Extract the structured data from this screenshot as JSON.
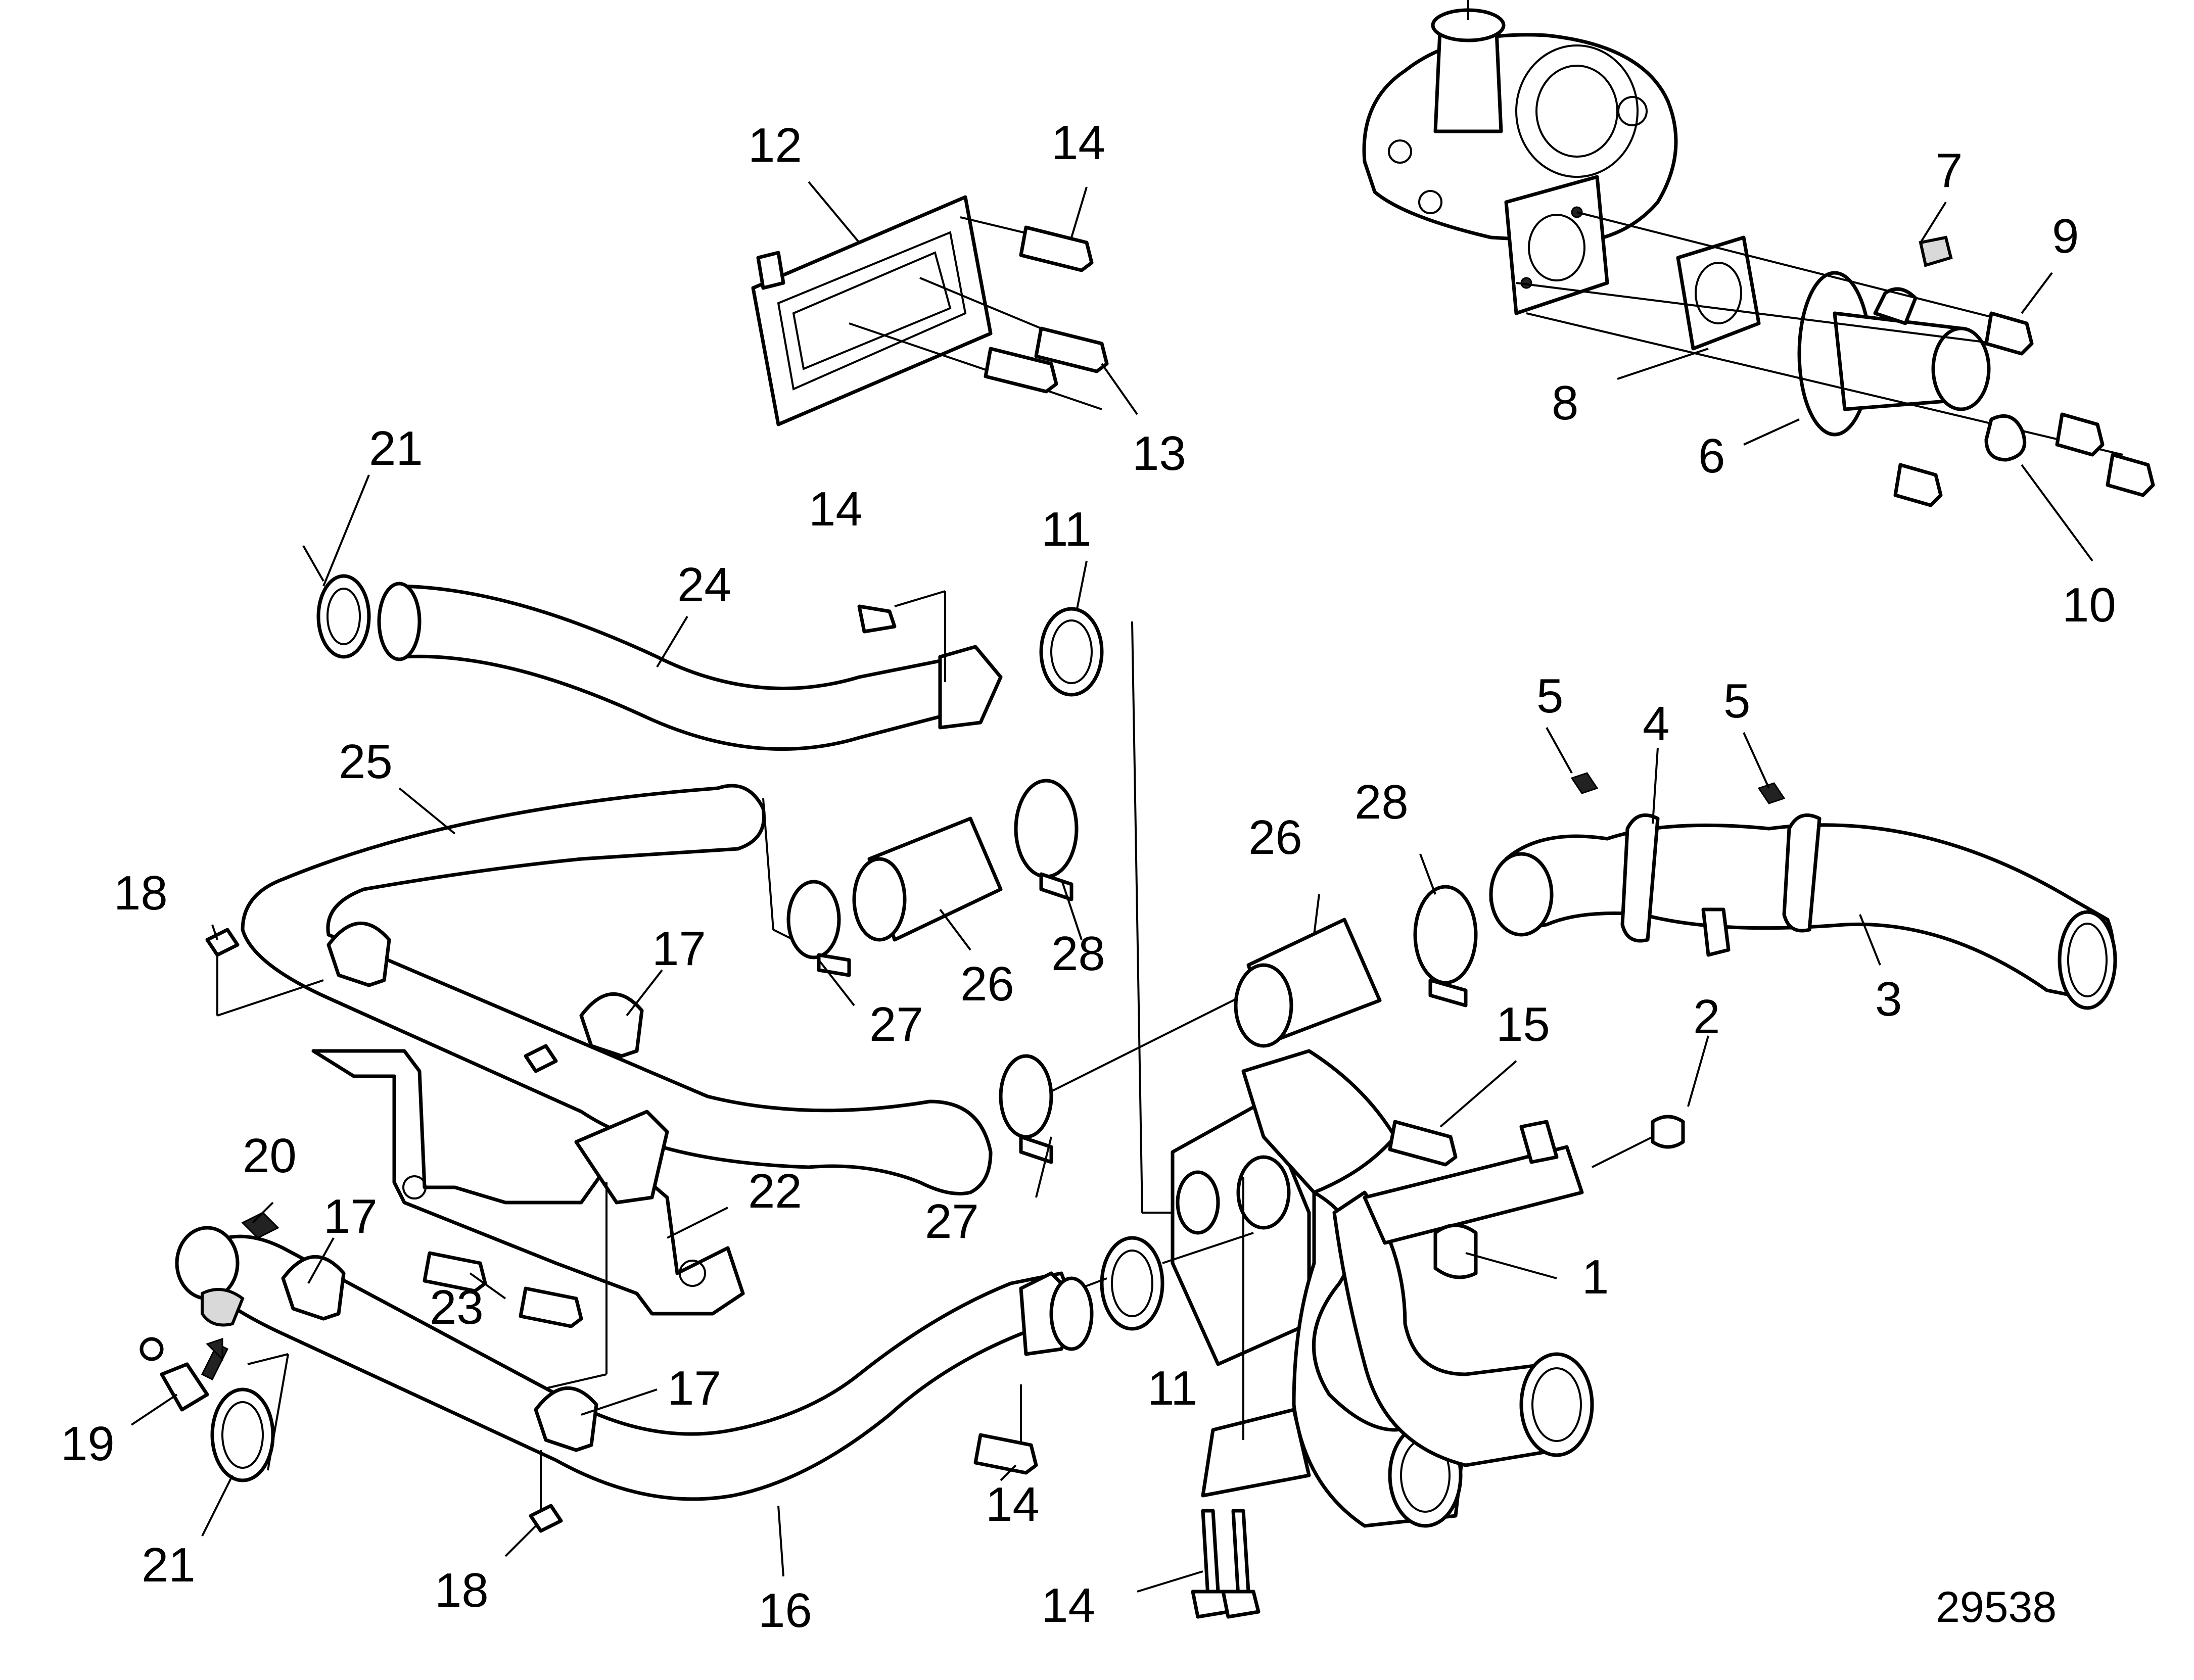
{
  "diagram": {
    "drawing_number": "29538",
    "parts": [
      {
        "id": "label-1",
        "text": "1"
      },
      {
        "id": "label-2",
        "text": "2"
      },
      {
        "id": "label-3",
        "text": "3"
      },
      {
        "id": "label-4",
        "text": "4"
      },
      {
        "id": "label-5a",
        "text": "5"
      },
      {
        "id": "label-5b",
        "text": "5"
      },
      {
        "id": "label-6",
        "text": "6"
      },
      {
        "id": "label-7",
        "text": "7"
      },
      {
        "id": "label-8",
        "text": "8"
      },
      {
        "id": "label-9",
        "text": "9"
      },
      {
        "id": "label-10",
        "text": "10"
      },
      {
        "id": "label-11a",
        "text": "11"
      },
      {
        "id": "label-11b",
        "text": "11"
      },
      {
        "id": "label-12",
        "text": "12"
      },
      {
        "id": "label-13",
        "text": "13"
      },
      {
        "id": "label-14a",
        "text": "14"
      },
      {
        "id": "label-14b",
        "text": "14"
      },
      {
        "id": "label-14c",
        "text": "14"
      },
      {
        "id": "label-14d",
        "text": "14"
      },
      {
        "id": "label-15",
        "text": "15"
      },
      {
        "id": "label-16",
        "text": "16"
      },
      {
        "id": "label-17a",
        "text": "17"
      },
      {
        "id": "label-17b",
        "text": "17"
      },
      {
        "id": "label-17c",
        "text": "17"
      },
      {
        "id": "label-18a",
        "text": "18"
      },
      {
        "id": "label-18b",
        "text": "18"
      },
      {
        "id": "label-19",
        "text": "19"
      },
      {
        "id": "label-20",
        "text": "20"
      },
      {
        "id": "label-21a",
        "text": "21"
      },
      {
        "id": "label-21b",
        "text": "21"
      },
      {
        "id": "label-22",
        "text": "22"
      },
      {
        "id": "label-23",
        "text": "23"
      },
      {
        "id": "label-24",
        "text": "24"
      },
      {
        "id": "label-25",
        "text": "25"
      },
      {
        "id": "label-26a",
        "text": "26"
      },
      {
        "id": "label-26b",
        "text": "26"
      },
      {
        "id": "label-27a",
        "text": "27"
      },
      {
        "id": "label-27b",
        "text": "27"
      },
      {
        "id": "label-28a",
        "text": "28"
      },
      {
        "id": "label-28b",
        "text": "28"
      }
    ]
  }
}
